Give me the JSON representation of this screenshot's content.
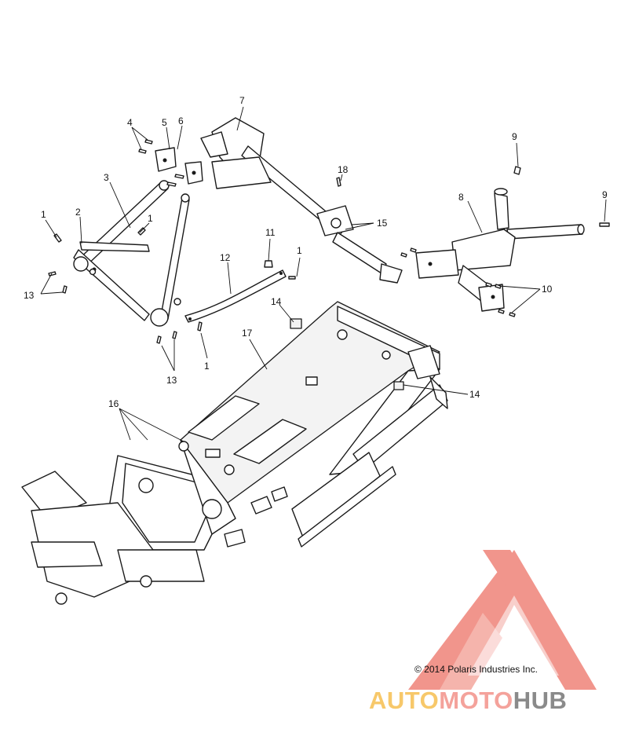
{
  "callouts": [
    {
      "id": "c1a",
      "label": "1"
    },
    {
      "id": "c1b",
      "label": "1"
    },
    {
      "id": "c1c",
      "label": "1"
    },
    {
      "id": "c1d",
      "label": "1"
    },
    {
      "id": "c2",
      "label": "2"
    },
    {
      "id": "c3",
      "label": "3"
    },
    {
      "id": "c4",
      "label": "4"
    },
    {
      "id": "c5",
      "label": "5"
    },
    {
      "id": "c6",
      "label": "6"
    },
    {
      "id": "c7",
      "label": "7"
    },
    {
      "id": "c8",
      "label": "8"
    },
    {
      "id": "c9a",
      "label": "9"
    },
    {
      "id": "c9b",
      "label": "9"
    },
    {
      "id": "c10",
      "label": "10"
    },
    {
      "id": "c11",
      "label": "11"
    },
    {
      "id": "c12",
      "label": "12"
    },
    {
      "id": "c13a",
      "label": "13"
    },
    {
      "id": "c13b",
      "label": "13"
    },
    {
      "id": "c14a",
      "label": "14"
    },
    {
      "id": "c14b",
      "label": "14"
    },
    {
      "id": "c15",
      "label": "15"
    },
    {
      "id": "c16",
      "label": "16"
    },
    {
      "id": "c17",
      "label": "17"
    },
    {
      "id": "c18",
      "label": "18"
    }
  ],
  "copyright": "© 2014 Polaris Industries Inc.",
  "watermark": {
    "part1": "AUTO",
    "part2": "MOTO",
    "part3": "HUB",
    "colors": {
      "auto": "#f7c86a",
      "moto": "#f4a29b",
      "hub": "#8a8a8a",
      "logo": "#f08a80"
    }
  }
}
